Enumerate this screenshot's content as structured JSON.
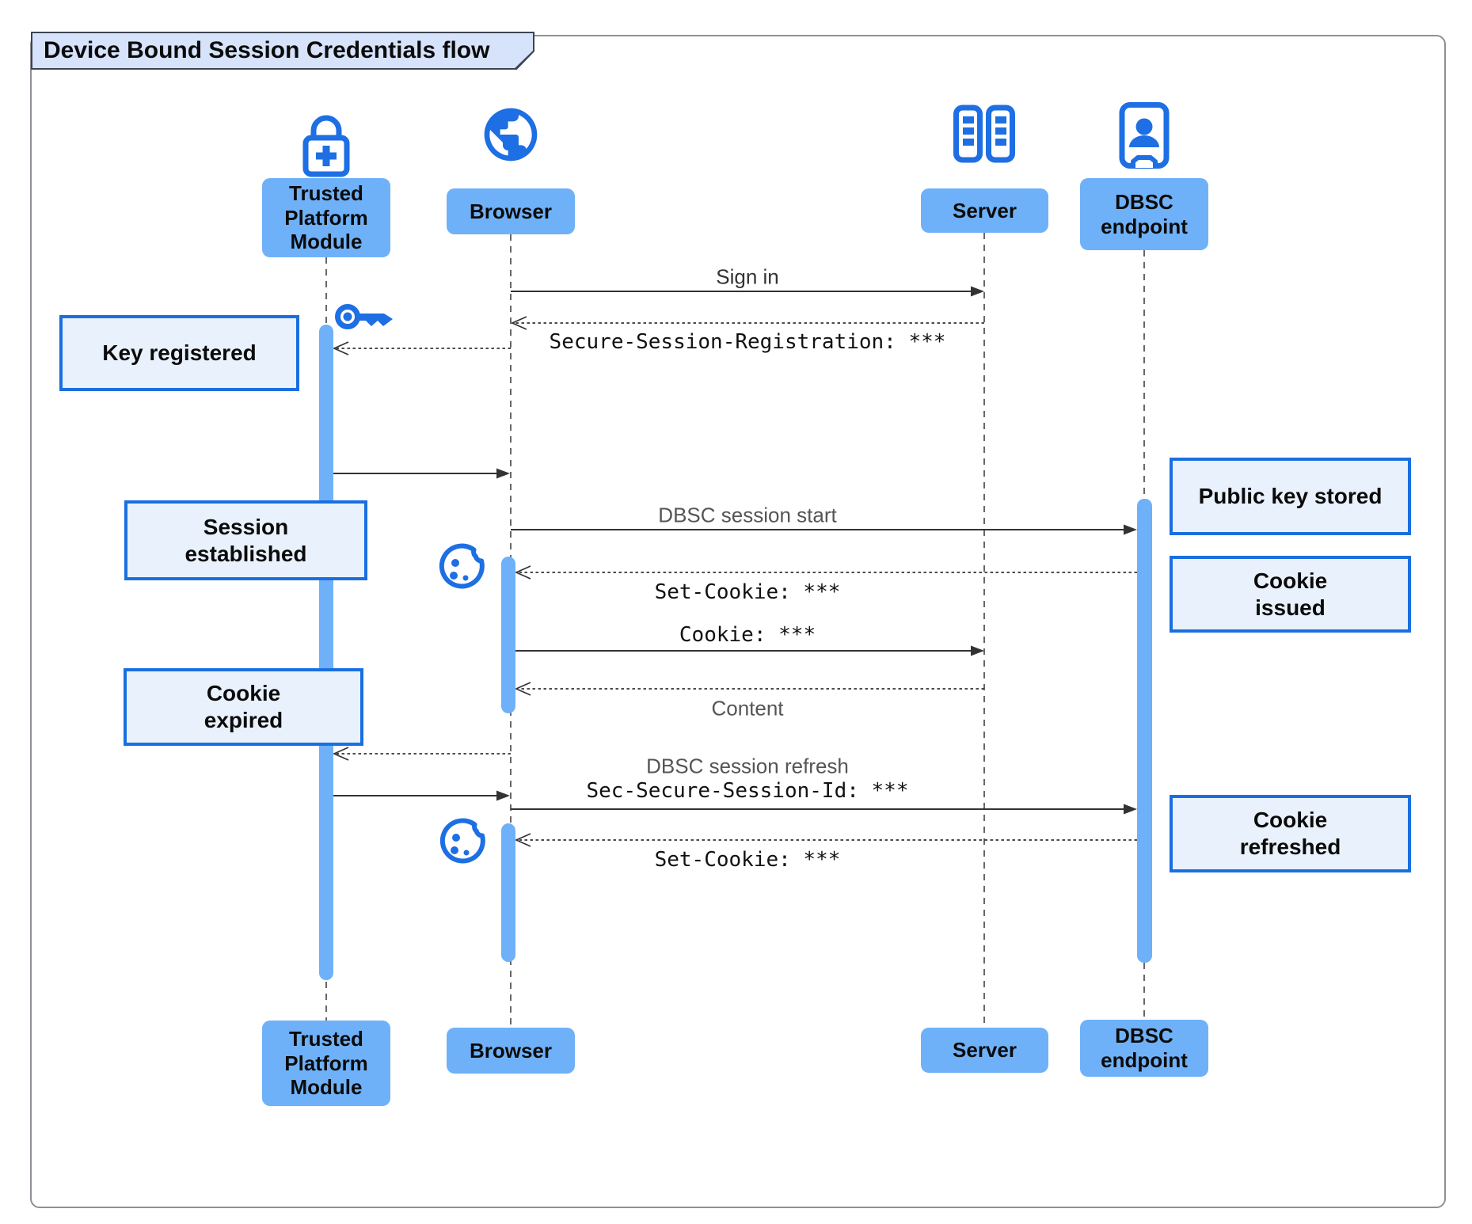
{
  "diagram": {
    "type": "sequence-diagram",
    "title": "Device Bound Session Credentials flow"
  },
  "participants": [
    {
      "label": "Trusted Platform Module",
      "icon": "lock-plus-icon"
    },
    {
      "label": "Browser",
      "icon": "globe-icon"
    },
    {
      "label": "Server",
      "icon": "server-rack-icon"
    },
    {
      "label": "DBSC endpoint",
      "icon": "door-person-icon"
    }
  ],
  "messages": {
    "sign_in": "Sign in",
    "secure_session_registration": "Secure-Session-Registration: ***",
    "dbsc_session_start": "DBSC session start",
    "set_cookie_1": "Set-Cookie: ***",
    "cookie": "Cookie: ***",
    "content": "Content",
    "dbsc_session_refresh": "DBSC session refresh",
    "sec_secure_session_id": "Sec-Secure-Session-Id: ***",
    "set_cookie_2": "Set-Cookie: ***"
  },
  "notes": {
    "key_registered": "Key registered",
    "session_established": "Session established",
    "cookie_expired": "Cookie expired",
    "public_key_stored": "Public key stored",
    "cookie_issued": "Cookie issued",
    "cookie_refreshed": "Cookie refreshed"
  },
  "colors": {
    "participant_fill": "#6fb1f8",
    "activation_fill": "#6fb1f8",
    "icon_blue": "#1d6fe3",
    "note_fill": "#e9f1fc",
    "note_border": "#1a6fe0",
    "title_fill": "#d6e3fb",
    "line": "#333333",
    "frame_border": "#8d9096"
  }
}
